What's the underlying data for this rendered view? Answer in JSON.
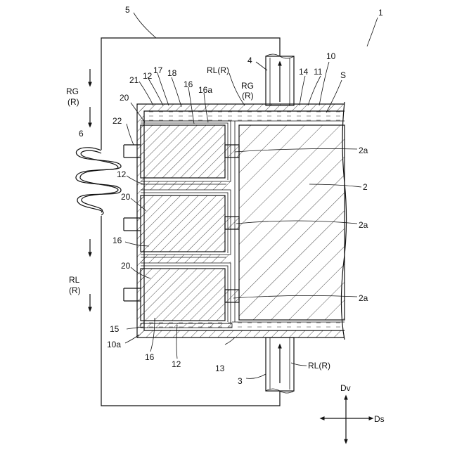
{
  "labels": {
    "fig_ref": "1",
    "wiring": "5",
    "pipe_out": "4",
    "wall_10": "10",
    "seal_14": "14",
    "wall_11": "11",
    "space_s": "S",
    "coil": "6",
    "terminal_22": "22",
    "layer_21": "21",
    "layer_12_top": "12",
    "layer_17": "17",
    "layer_18": "18",
    "layer_16_top": "16",
    "layer_16a": "16a",
    "cell_20_1": "20",
    "cell_20_2": "20",
    "cell_20_3": "20",
    "layer_12_mid": "12",
    "layer_16_mid": "16",
    "layer_15": "15",
    "layer_10a": "10a",
    "layer_16_bot": "16",
    "layer_12_bot": "12",
    "wall_13": "13",
    "pipe_in": "3",
    "contact_2a_1": "2a",
    "contact_2a_2": "2a",
    "contact_2a_3": "2a",
    "block_2": "2",
    "rl_r_top_1": "RL(R)",
    "rg_top_1": "RG",
    "rg_top_2": "(R)",
    "rg_left_1": "RG",
    "rg_left_2": "(R)",
    "rl_left_1": "RL",
    "rl_left_2": "(R)",
    "rl_r_bottom": "RL(R)",
    "dir_v": "Dv",
    "dir_s": "Ds"
  }
}
